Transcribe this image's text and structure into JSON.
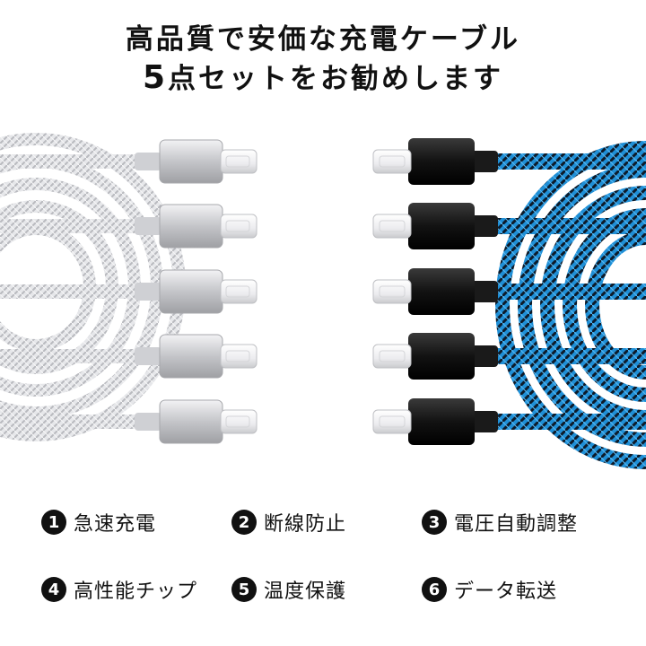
{
  "title": {
    "line1": "高品質で安価な充電ケーブル",
    "line2_number": "5",
    "line2_text": "点セットをお勧めします"
  },
  "features": [
    {
      "number": "1",
      "label": "急速充電"
    },
    {
      "number": "2",
      "label": "断線防止"
    },
    {
      "number": "3",
      "label": "電圧自動調整"
    },
    {
      "number": "4",
      "label": "高性能チップ"
    },
    {
      "number": "5",
      "label": "温度保護"
    },
    {
      "number": "6",
      "label": "データ転送"
    }
  ],
  "colors": {
    "silver_cable": "#d9dadf",
    "silver_connector": "#c8c9cd",
    "blue_cable": "#1f8fd6",
    "black_braid": "#0d1b2a",
    "black_connector": "#141414",
    "plug_metal": "#f4f4f6"
  },
  "illustrations": {
    "left": "silver-braided-cables-x5",
    "right": "blue-black-braided-cables-x5"
  }
}
